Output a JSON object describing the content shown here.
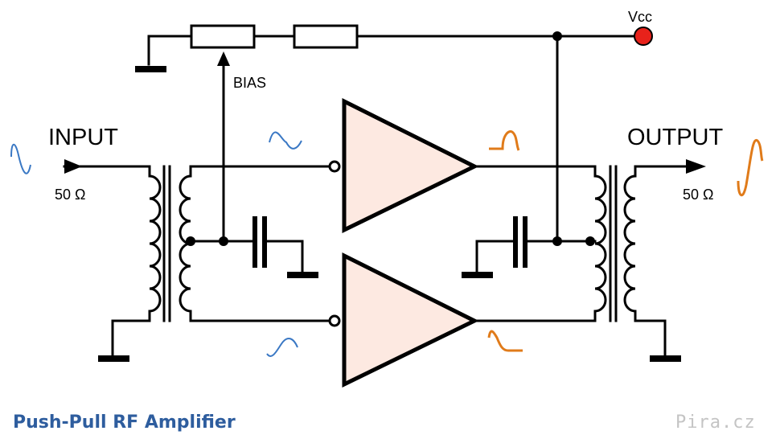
{
  "labels": {
    "vcc": "Vcc",
    "bias": "BIAS",
    "input": "INPUT",
    "output": "OUTPUT",
    "input_impedance": "50 Ω",
    "output_impedance": "50 Ω"
  },
  "footer": {
    "title": "Push-Pull RF Amplifier",
    "brand": "Pira.cz"
  },
  "colors": {
    "wire": "#000000",
    "amplifier_fill": "#fde9e1",
    "vcc_terminal": "#e8221b",
    "input_signal": "#3a78c4",
    "output_signal": "#e07b1a",
    "title": "#2e5d9e",
    "brand": "#c4c4c4"
  }
}
